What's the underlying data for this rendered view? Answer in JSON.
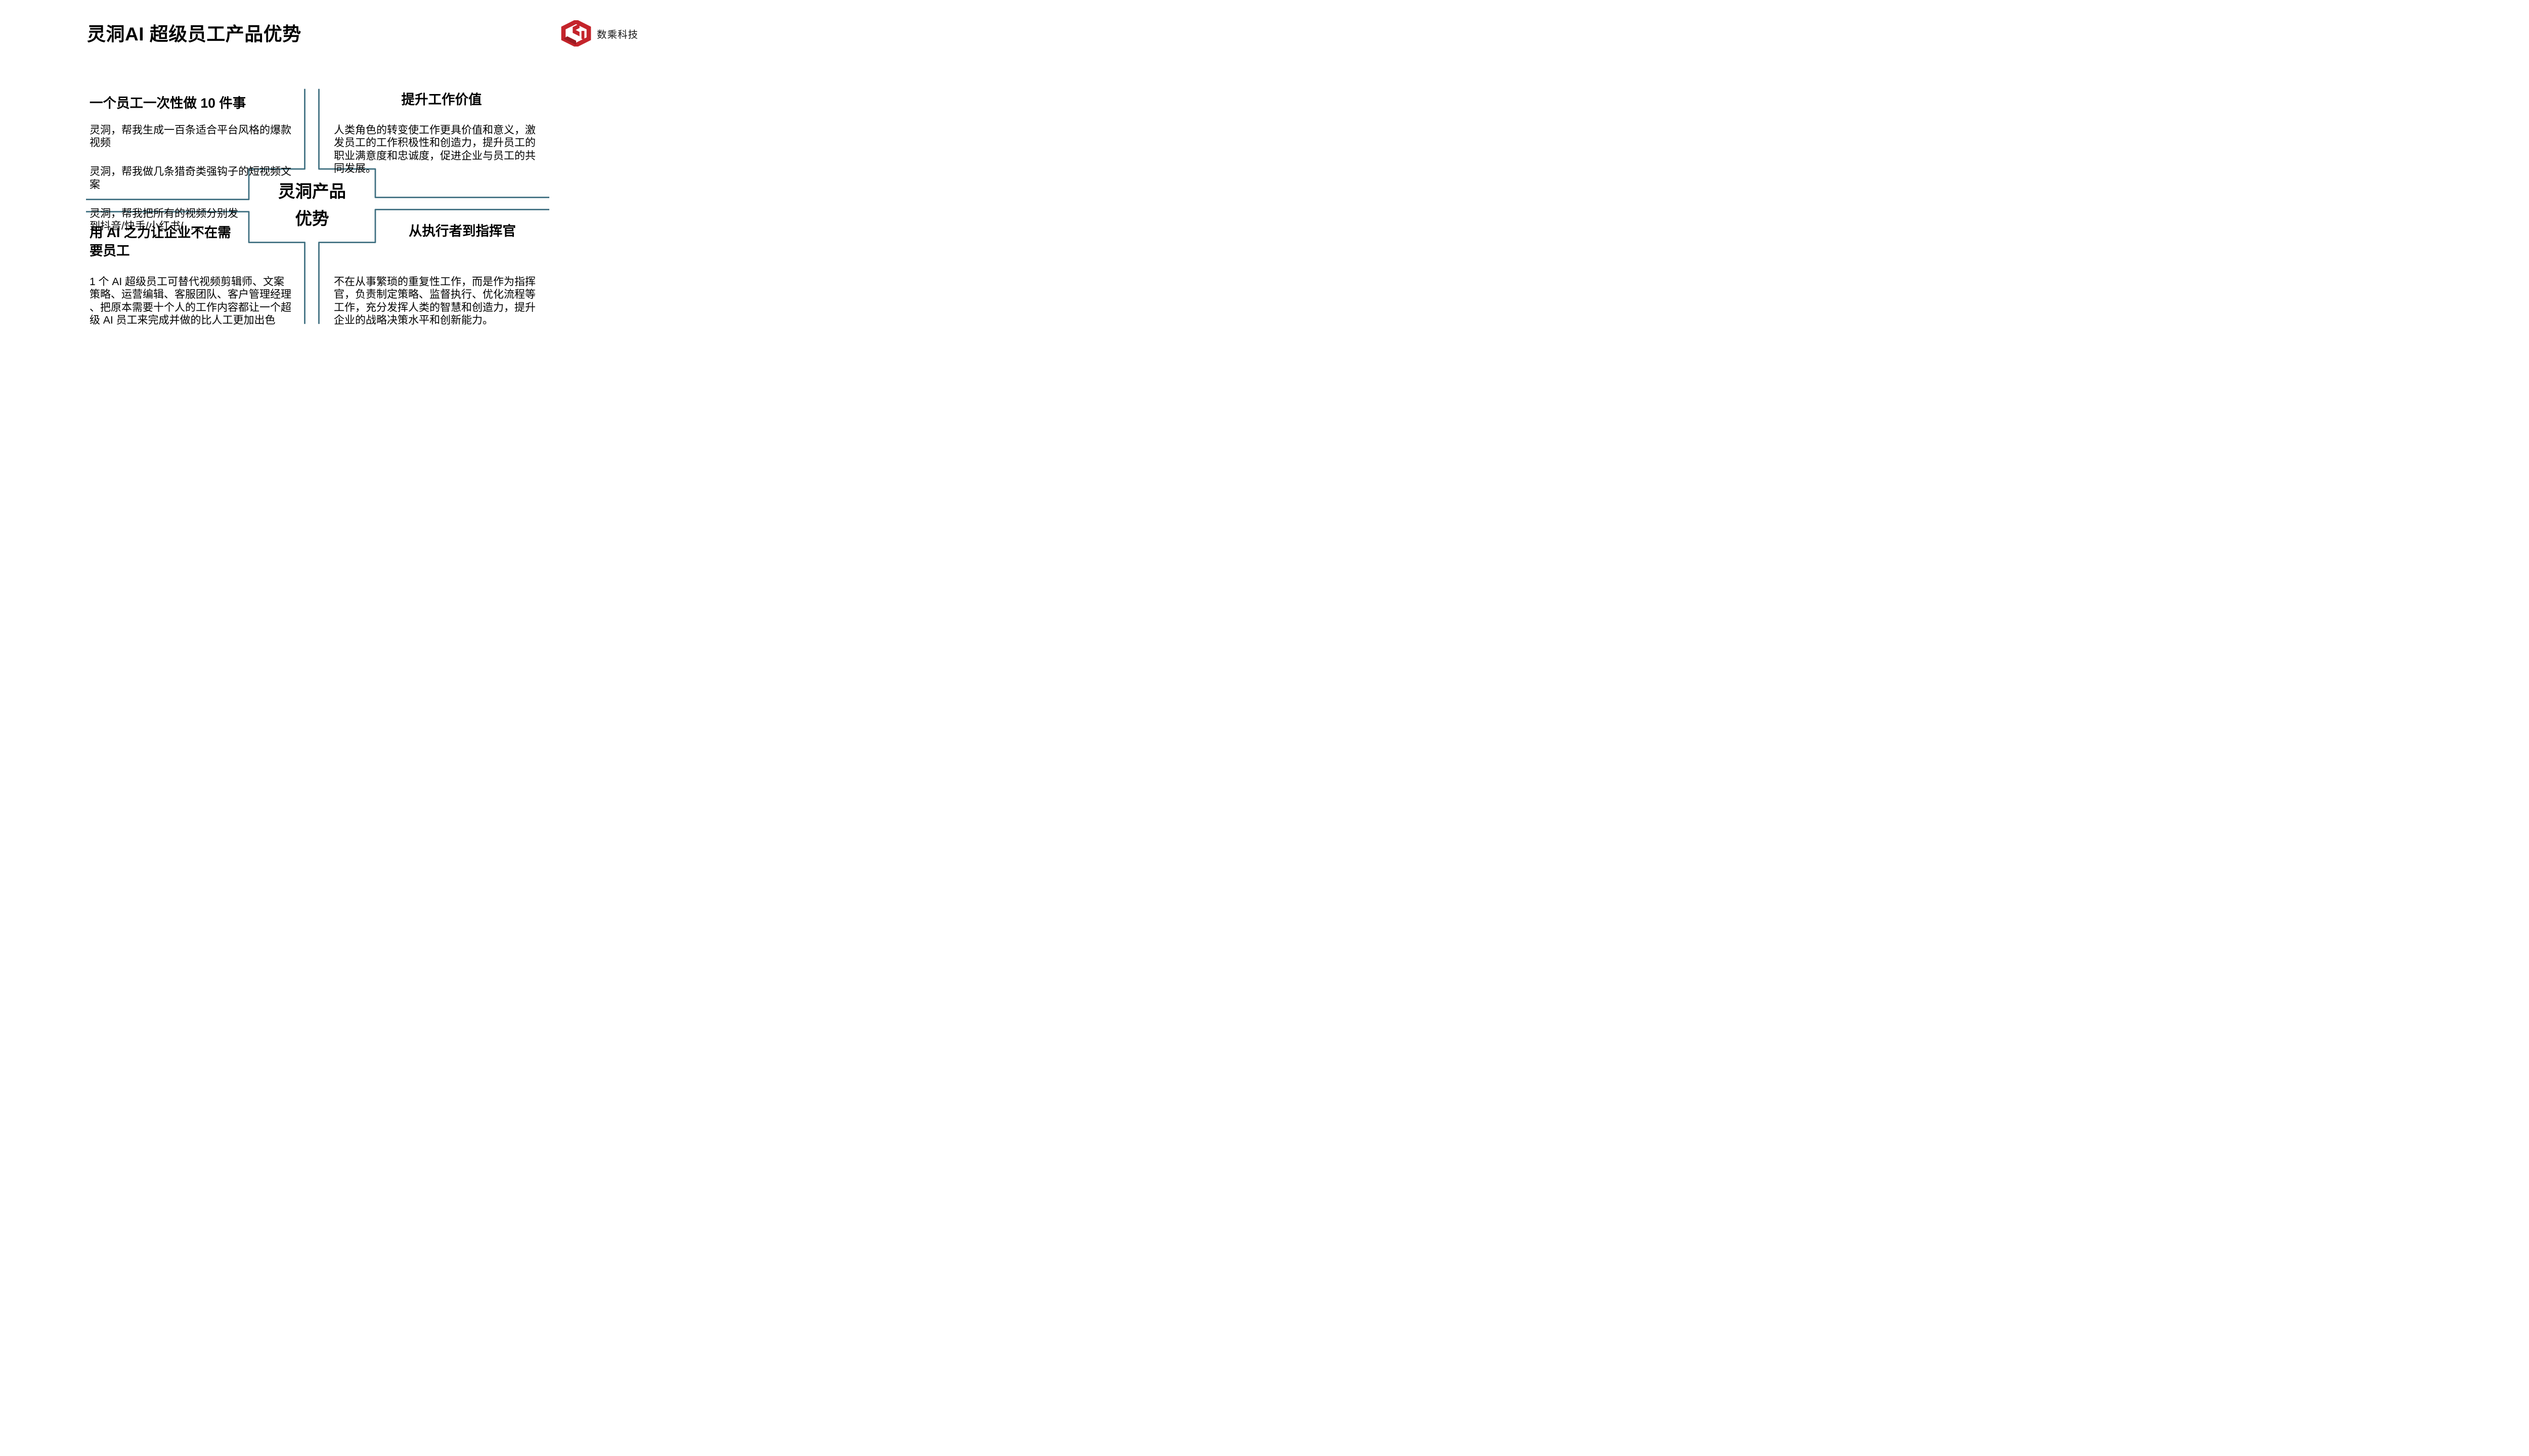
{
  "page": {
    "title": "灵洞AI 超级员工产品优势"
  },
  "logo": {
    "text": "数乘科技",
    "icon": "hexagon-cube-icon",
    "brand_color": "#C4242B",
    "brand_color_dark": "#9C1B22"
  },
  "diagram": {
    "line_color": "#3E6F80",
    "center": {
      "title": "灵洞产品\n优势"
    },
    "quadrants": {
      "top_left": {
        "heading": "一个员工一次性做 10 件事",
        "paragraphs": {
          "0": "灵洞，帮我生成一百条适合平台风格的爆款\n视频",
          "1": "灵洞，帮我做几条猎奇类强钩子的短视频文\n案",
          "2": "灵洞，帮我把所有的视频分别发\n到抖音/快手/小红书/……"
        }
      },
      "top_right": {
        "heading": "提升工作价值",
        "paragraphs": {
          "0": "人类角色的转变使工作更具价值和意义，激\n发员工的工作积极性和创造力，提升员工的\n职业满意度和忠诚度，促进企业与员工的共\n同发展。"
        }
      },
      "bottom_left": {
        "heading": "用 AI 之力让企业不在需\n要员工",
        "paragraphs": {
          "0": "1 个 AI 超级员工可替代视频剪辑师、文案\n策略、运营编辑、客服团队、客户管理经理\n、把原本需要十个人的工作内容都让一个超\n级 AI 员工来完成并做的比人工更加出色"
        }
      },
      "bottom_right": {
        "heading": "从执行者到指挥官",
        "paragraphs": {
          "0": "不在从事繁琐的重复性工作，而是作为指挥\n官，负责制定策略、监督执行、优化流程等\n工作，充分发挥人类的智慧和创造力，提升\n企业的战略决策水平和创新能力。"
        }
      }
    }
  }
}
